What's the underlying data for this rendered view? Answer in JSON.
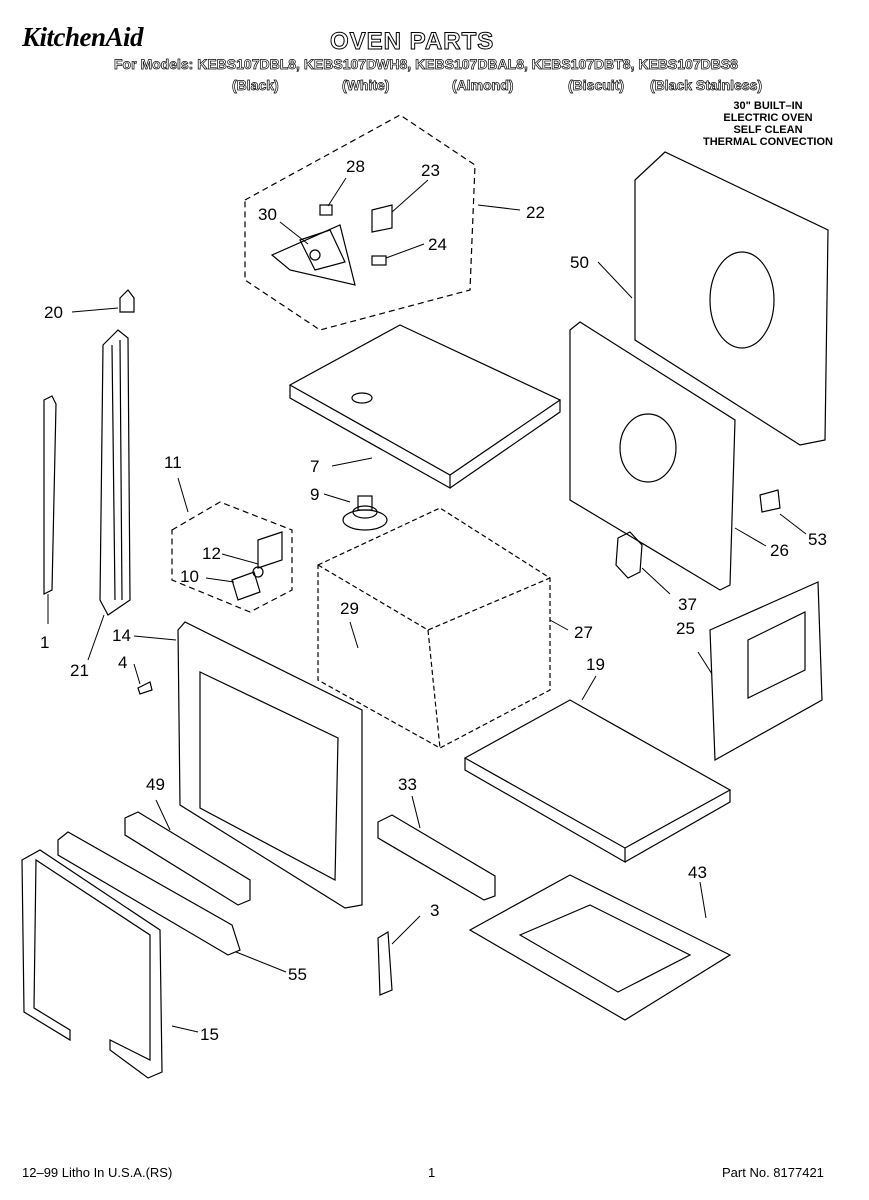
{
  "header": {
    "brand": "KitchenAid",
    "title": "OVEN PARTS",
    "models": "For Models: KEBS107DBL8, KEBS107DWH8, KEBS107DBAL8, KEBS107DBT8, KEBS107DBS8",
    "colors": [
      "(Black)",
      "(White)",
      "(Almond)",
      "(Biscuit)",
      "(Black Stainless)"
    ],
    "description": [
      "30\" BUILT–IN",
      "ELECTRIC OVEN",
      "SELF CLEAN",
      "THERMAL CONVECTION"
    ]
  },
  "callouts": [
    "28",
    "23",
    "22",
    "30",
    "24",
    "20",
    "50",
    "7",
    "11",
    "9",
    "53",
    "26",
    "12",
    "10",
    "37",
    "1",
    "21",
    "14",
    "29",
    "27",
    "4",
    "25",
    "19",
    "49",
    "33",
    "43",
    "3",
    "55",
    "15"
  ],
  "footer": {
    "print_code": "12–99 Litho In U.S.A.(RS)",
    "page_number": "1",
    "part_number": "Part No. 8177421"
  },
  "colors": {
    "ink": "#000000",
    "paper": "#ffffff"
  }
}
